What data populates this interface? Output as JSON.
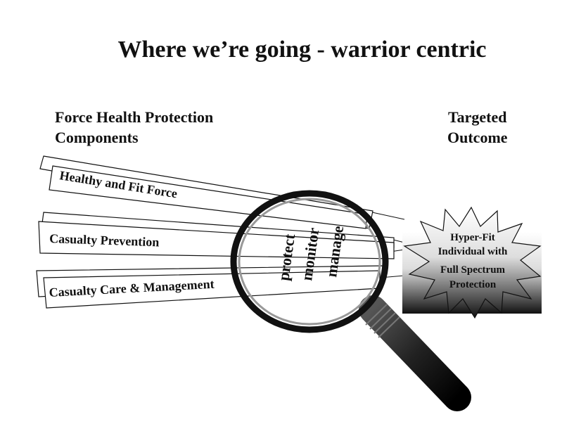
{
  "title": "Where we’re going - warrior centric",
  "left_heading": {
    "line1": "Force Health Protection",
    "line2": "Components"
  },
  "right_heading": {
    "line1": "Targeted",
    "line2": "Outcome"
  },
  "components": [
    "Healthy and Fit Force",
    "Casualty Prevention",
    "Casualty Care & Management"
  ],
  "lens_actions": [
    "protect",
    "monitor",
    "manage"
  ],
  "outcome": {
    "line1": "Hyper-Fit",
    "line2": "Individual with",
    "line3": "Full Spectrum",
    "line4": "Protection"
  }
}
